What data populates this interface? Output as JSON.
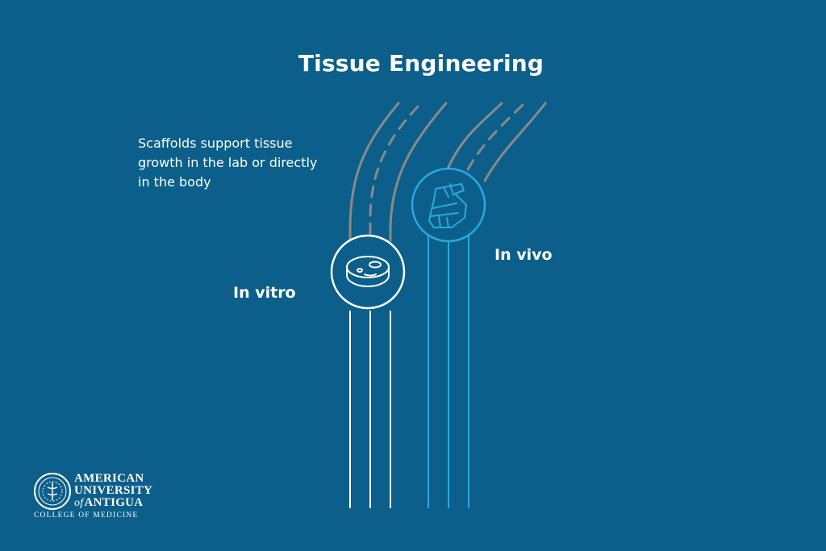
{
  "title": "Tissue Engineering",
  "description": "Scaffolds support tissue growth in the lab or directly in the body",
  "paths": [
    {
      "label": "In vitro",
      "icon": "petri-dish-icon",
      "color": "#ffffff"
    },
    {
      "label": "In vivo",
      "icon": "bandaged-limb-icon",
      "color": "#29a8df"
    }
  ],
  "road_color": "#8a8a8a",
  "background": "#0b5f8a",
  "logo": {
    "line1": "AMERICAN",
    "line2": "UNIVERSITY",
    "line3_of": "of",
    "line3": "ANTIGUA",
    "subtitle": "COLLEGE OF MEDICINE"
  }
}
